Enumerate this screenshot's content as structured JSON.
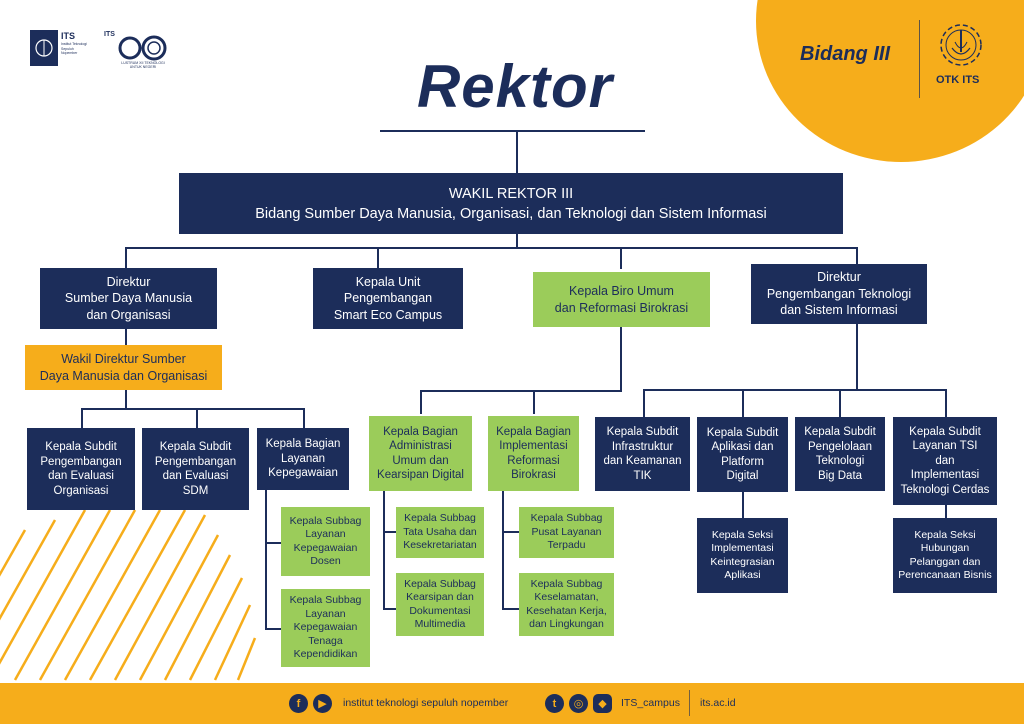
{
  "header": {
    "title": "Rektor",
    "bidang": "Bidang III",
    "otk_label": "OTK ITS",
    "logo_its_text": "ITS",
    "logo_its_sub": "Institut Teknologi Sepuluh Nopember",
    "logo_60_text": "ITS 60",
    "logo_60_sub": "LUSTRUM XII TEKNOLOGI UNTUK NEGERI"
  },
  "colors": {
    "navy": "#1c2d5a",
    "green": "#9bcc5a",
    "gold": "#f6ad1b"
  },
  "wakil_rektor": {
    "title": "WAKIL REKTOR III",
    "subtitle": "Bidang Sumber Daya Manusia, Organisasi, dan Teknologi dan Sistem Informasi"
  },
  "level2": [
    {
      "label": "Direktur\nSumber Daya Manusia\ndan Organisasi"
    },
    {
      "label": "Kepala Unit\nPengembangan\nSmart Eco Campus"
    },
    {
      "label": "Kepala Biro Umum\ndan Reformasi Birokrasi"
    },
    {
      "label": "Direktur\nPengembangan Teknologi\ndan Sistem Informasi"
    }
  ],
  "wakil_direktur": {
    "label": "Wakil Direktur Sumber\nDaya Manusia dan Organisasi"
  },
  "sdm_units": [
    {
      "label": "Kepala Subdit\nPengembangan\ndan Evaluasi\nOrganisasi"
    },
    {
      "label": "Kepala Subdit\nPengembangan\ndan Evaluasi\nSDM"
    },
    {
      "label": "Kepala Bagian\nLayanan\nKepegawaian"
    }
  ],
  "kepegawaian_subbag": [
    {
      "label": "Kepala Subbag\nLayanan\nKepegawaian\nDosen"
    },
    {
      "label": "Kepala Subbag\nLayanan\nKepegawaian\nTenaga\nKependidikan"
    }
  ],
  "biro_units": [
    {
      "label": "Kepala Bagian\nAdministrasi\nUmum dan\nKearsipan Digital"
    },
    {
      "label": "Kepala Bagian\nImplementasi\nReformasi\nBirokrasi"
    }
  ],
  "admin_subbag": [
    {
      "label": "Kepala Subbag\nTata Usaha dan\nKesekretariatan"
    },
    {
      "label": "Kepala Subbag\nKearsipan dan\nDokumentasi\nMultimedia"
    }
  ],
  "reformasi_subbag": [
    {
      "label": "Kepala Subbag\nPusat Layanan\nTerpadu"
    },
    {
      "label": "Kepala Subbag\nKeselamatan,\nKesehatan Kerja,\ndan Lingkungan"
    }
  ],
  "tsi_units": [
    {
      "label": "Kepala Subdit\nInfrastruktur\ndan Keamanan\nTIK"
    },
    {
      "label": "Kepala Subdit\nAplikasi dan\nPlatform\nDigital"
    },
    {
      "label": "Kepala Subdit\nPengelolaan\nTeknologi\nBig Data"
    },
    {
      "label": "Kepala Subdit\nLayanan TSI\ndan\nImplementasi\nTeknologi Cerdas"
    }
  ],
  "seksi": [
    {
      "label": "Kepala Seksi\nImplementasi\nKeintegrasian\nAplikasi"
    },
    {
      "label": "Kepala Seksi\nHubungan\nPelanggan dan\nPerencanaan Bisnis"
    }
  ],
  "footer": {
    "institution": "institut teknologi sepuluh nopember",
    "handle": "ITS_campus",
    "website": "its.ac.id",
    "icons": [
      "facebook-icon",
      "youtube-icon",
      "twitter-icon",
      "instagram-icon",
      "line-icon"
    ]
  }
}
